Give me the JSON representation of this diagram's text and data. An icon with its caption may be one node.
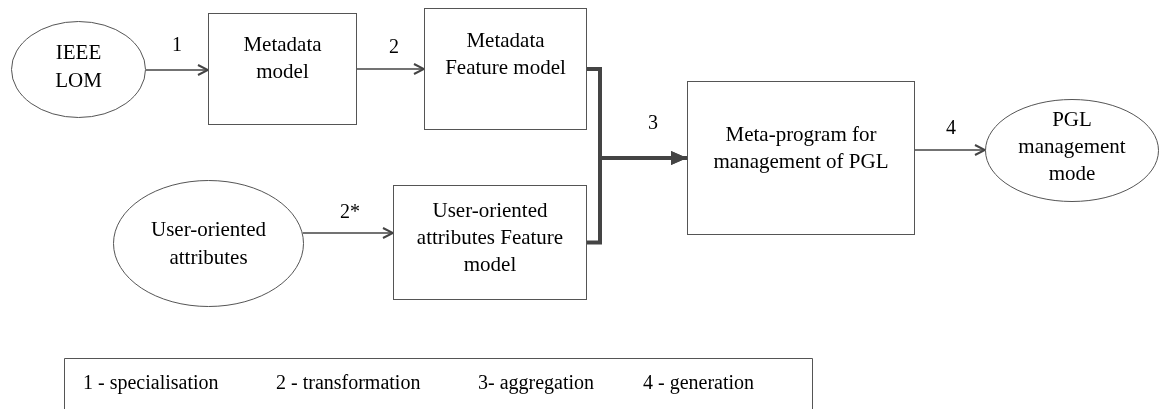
{
  "diagram": {
    "nodes": [
      {
        "text": [
          "IEEE LOM"
        ]
      },
      {
        "text": [
          "Metadata model"
        ]
      },
      {
        "text": [
          "Metadata Feature model"
        ]
      },
      {
        "text": [
          "User-oriented attributes"
        ]
      },
      {
        "text": [
          "User-oriented attributes Feature model"
        ]
      },
      {
        "text": [
          "Meta-program for management of PGL"
        ]
      },
      {
        "text": [
          "PGL management mode"
        ]
      }
    ],
    "edges": [
      {
        "from": 0,
        "to": 1,
        "arrow": "to",
        "label": "1"
      },
      {
        "from": 1,
        "to": 2,
        "arrow": "to",
        "label": "2"
      },
      {
        "from": 2,
        "to": 5,
        "arrow": "to",
        "label": "3",
        "style": "thick"
      },
      {
        "from": 4,
        "to": 5,
        "arrow": "to",
        "style": "thick"
      },
      {
        "from": 3,
        "to": 4,
        "arrow": "to",
        "label": "2*"
      },
      {
        "from": 5,
        "to": 6,
        "arrow": "to",
        "label": "4"
      }
    ],
    "labels": [
      "1 - specialisation",
      "2 - transformation",
      "3- aggregation",
      "4 - generation"
    ]
  }
}
